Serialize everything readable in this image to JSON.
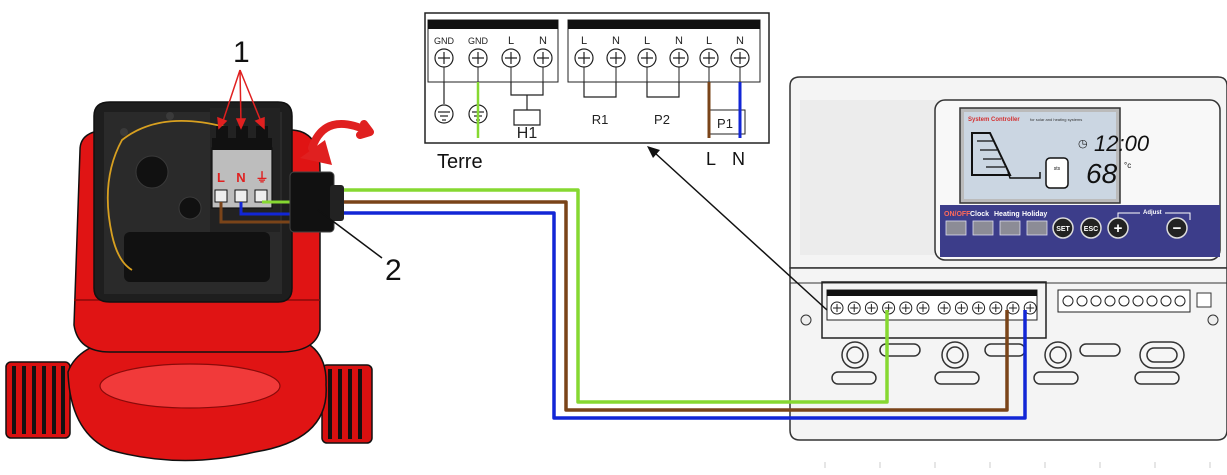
{
  "callouts": {
    "one": "1",
    "two": "2"
  },
  "pump": {
    "terminals": {
      "l": "L",
      "n": "N",
      "earth": "⏚"
    },
    "colors": {
      "body": "#e01414",
      "body_dark": "#8a0a0a",
      "cover": "#1e1e1e",
      "cable": "#0e0e0e"
    }
  },
  "terminal_diagram": {
    "top_labels": [
      "GND",
      "GND",
      "L",
      "N",
      "L",
      "N",
      "L",
      "N",
      "L",
      "N"
    ],
    "left_group_label": "H1",
    "relay_labels": [
      "R1",
      "P2",
      "P1"
    ],
    "terre_label": "Terre",
    "l_label": "L",
    "n_label": "N"
  },
  "controller": {
    "title": "System Controller",
    "subtitle": "for solar and heating systems",
    "time": "12:00",
    "temperature": "68",
    "unit": "°c",
    "mode_on": "ON/",
    "mode_off": "OFF",
    "mode_labels": [
      "Clock",
      "Heating",
      "Holiday"
    ],
    "adjust_label": "Adjust",
    "buttons": {
      "set": "SET",
      "esc": "ESC",
      "plus": "+",
      "minus": "−"
    },
    "colors": {
      "panel": "#3c3d8a",
      "lcd": "#cbd6e2",
      "brand_red": "#d43030"
    }
  },
  "wires": {
    "earth": "#86d831",
    "phase": "#7a4419",
    "neutral": "#1226d6"
  }
}
